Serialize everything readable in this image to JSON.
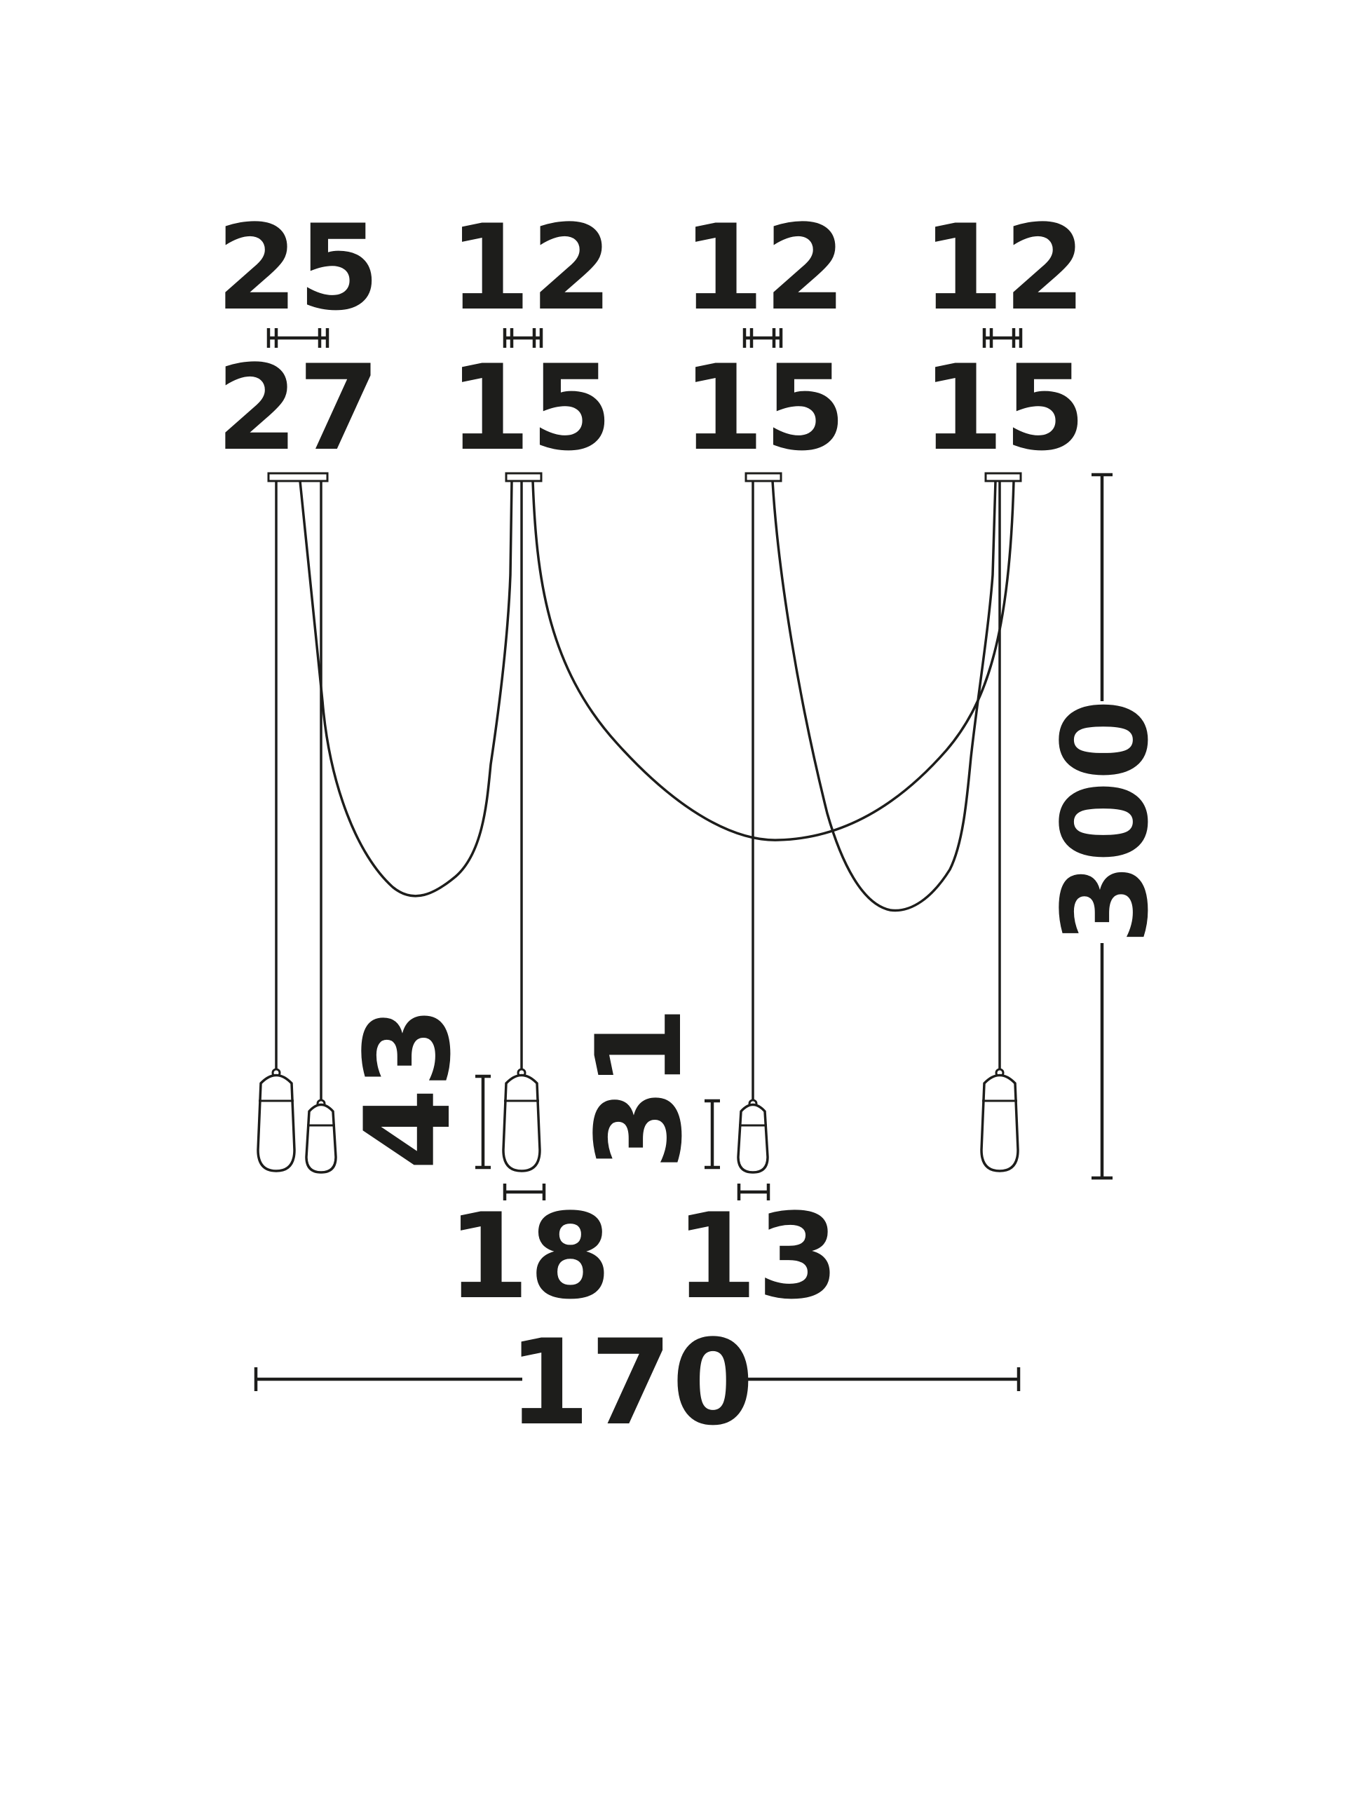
{
  "canopy_dims": [
    {
      "top": "25",
      "bottom": "27"
    },
    {
      "top": "12",
      "bottom": "15"
    },
    {
      "top": "12",
      "bottom": "15"
    },
    {
      "top": "12",
      "bottom": "15"
    }
  ],
  "shade_dims": {
    "large": {
      "height": "43",
      "width": "18"
    },
    "small": {
      "height": "31",
      "width": "13"
    }
  },
  "overall": {
    "height": "300",
    "width": "170"
  },
  "colors": {
    "ink": "#1d1d1b",
    "background": "#ffffff"
  }
}
